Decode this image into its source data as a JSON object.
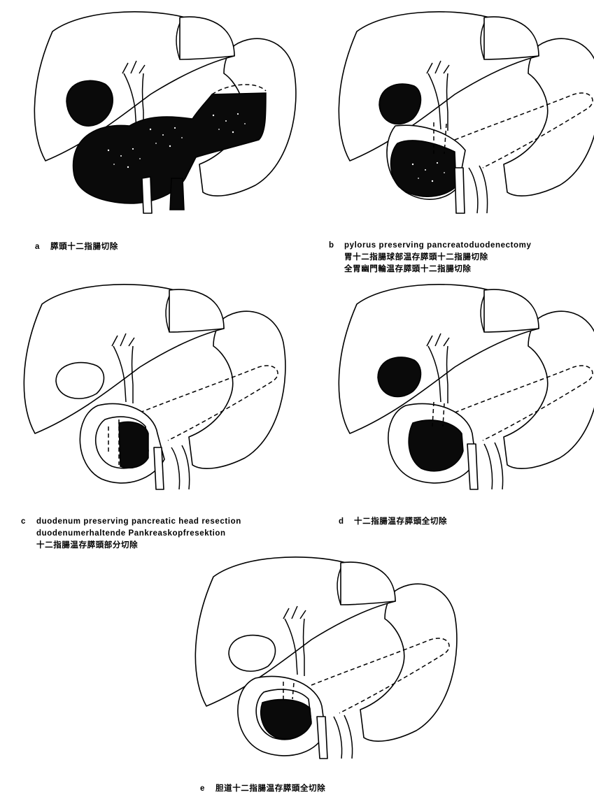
{
  "figures": [
    {
      "letter": "a",
      "lines": [
        "膵頭十二指腸切除"
      ]
    },
    {
      "letter": "b",
      "lines": [
        "pylorus preserving pancreatoduodenectomy",
        "胃十二指腸球部温存膵頭十二指腸切除",
        "全胃幽門輪温存膵頭十二指腸切除"
      ]
    },
    {
      "letter": "c",
      "lines": [
        "duodenum preserving pancreatic head resection",
        "duodenumerhaltende Pankreaskopfresektion",
        "十二指腸温存膵頭部分切除"
      ]
    },
    {
      "letter": "d",
      "lines": [
        "十二指腸温存膵頭全切除"
      ]
    },
    {
      "letter": "e",
      "lines": [
        "胆道十二指腸温存膵頭全切除"
      ]
    }
  ]
}
